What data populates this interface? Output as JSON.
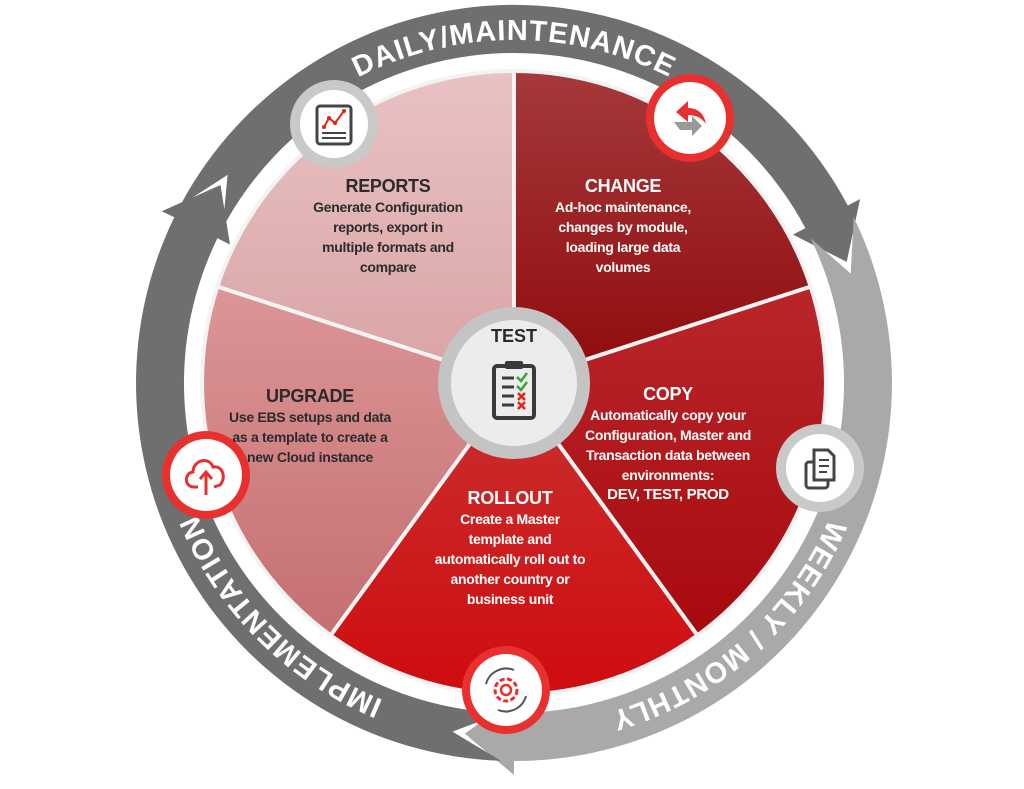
{
  "ring": {
    "daily": "DAILY/MAINTENANCE",
    "weekly": "WEEKLY / MONTHLY",
    "implementation": "IMPLEMENTATION"
  },
  "center": {
    "title": "TEST",
    "icon": "clipboard-checklist-icon"
  },
  "segments": {
    "reports": {
      "title": "REPORTS",
      "lines": [
        "Generate Configuration",
        "reports, export in",
        "multiple formats and",
        "compare"
      ],
      "icon": "report-chart-icon"
    },
    "change": {
      "title": "CHANGE",
      "lines": [
        "Ad-hoc maintenance,",
        "changes by module,",
        "loading large data",
        "volumes"
      ],
      "icon": "swap-arrows-icon"
    },
    "copy": {
      "title": "COPY",
      "lines": [
        "Automatically copy your",
        "Configuration, Master and",
        "Transaction data between",
        "environments:"
      ],
      "emphasis": "DEV, TEST, PROD",
      "icon": "copy-documents-icon"
    },
    "rollout": {
      "title": "ROLLOUT",
      "lines": [
        "Create a Master",
        "template and",
        "automatically roll out to",
        "another country or",
        "business unit"
      ],
      "icon": "gear-cycle-icon"
    },
    "upgrade": {
      "title": "UPGRADE",
      "lines": [
        "Use EBS setups and data",
        "as a template to create a",
        "new Cloud instance"
      ],
      "icon": "cloud-upload-icon"
    }
  },
  "colors": {
    "reports": "#e3b4b5",
    "change": "#9c1214",
    "copy": "#b31014",
    "rollout": "#cc1215",
    "upgrade": "#d48385",
    "ring_dark": "#6f6f6f",
    "ring_light": "#a9a9a9",
    "accent": "#e8312f"
  }
}
